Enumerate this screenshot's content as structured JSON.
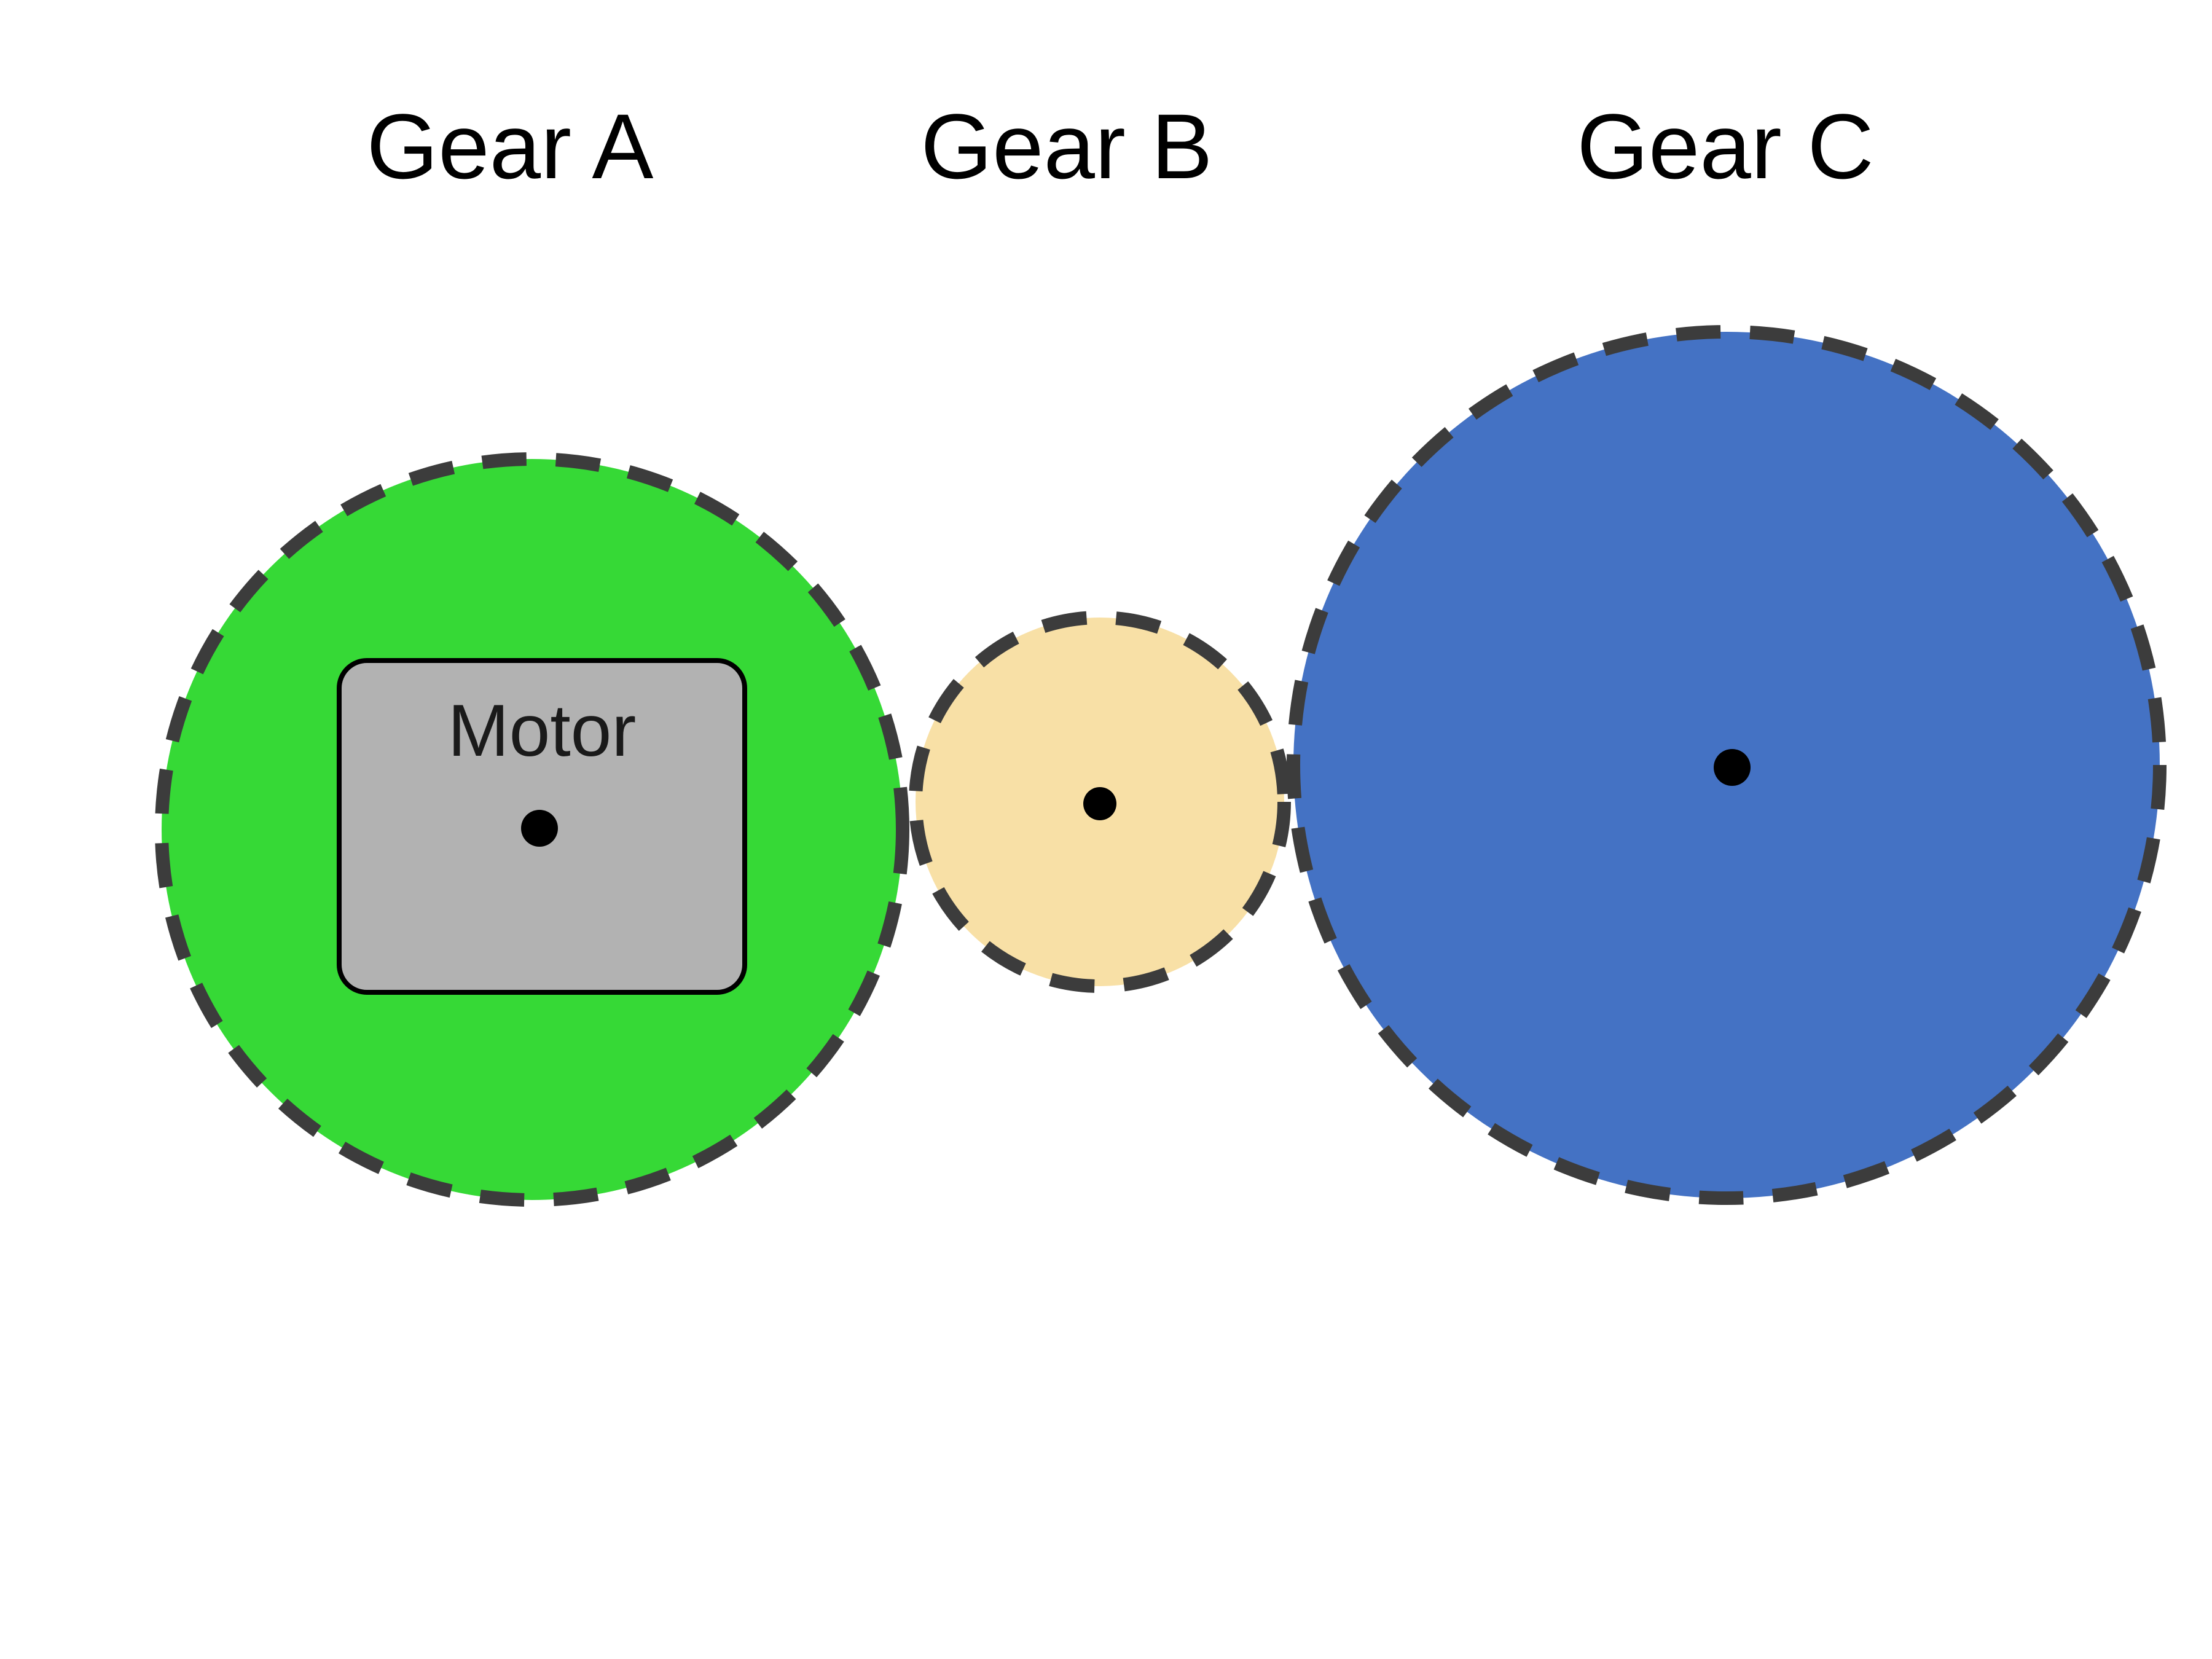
{
  "diagram": {
    "type": "gear-train-diagram",
    "background_color": "#ffffff",
    "outline_color": "#3c3c3c",
    "outline_style": "dashed",
    "center_dot_color": "#000000"
  },
  "gears": [
    {
      "id": "A",
      "label": "Gear A",
      "color": "#36d936",
      "size": "large",
      "has_motor": true
    },
    {
      "id": "B",
      "label": "Gear B",
      "color": "#f8e0a6",
      "size": "small",
      "has_motor": false
    },
    {
      "id": "C",
      "label": "Gear C",
      "color": "#4472c4",
      "size": "largest",
      "has_motor": false
    }
  ],
  "motor": {
    "label": "Motor",
    "color": "#b2b2b2",
    "border_color": "#000000"
  }
}
